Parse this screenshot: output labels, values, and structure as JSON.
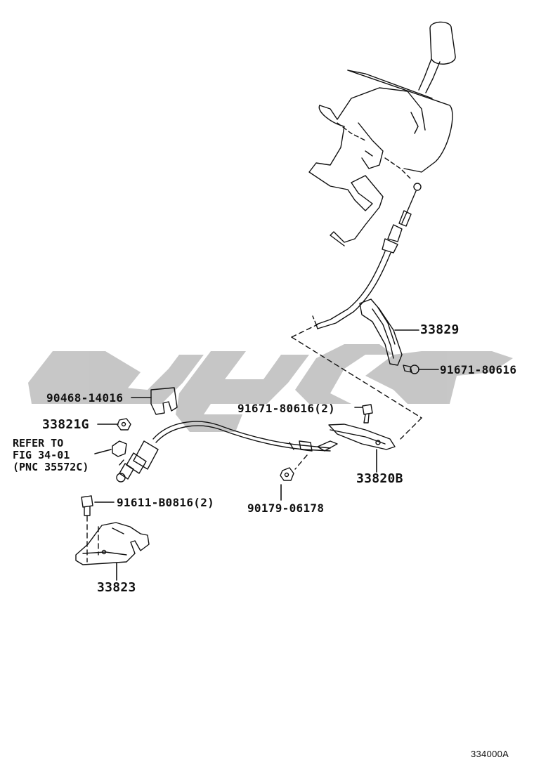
{
  "diagram": {
    "watermark_color": "#bdbdbd",
    "line_color": "#111111"
  },
  "labels": {
    "p33829": "33829",
    "p91671_a": "91671-80616",
    "p90468": "90468-14016",
    "p91671_b": "91671-80616(2)",
    "p33821g": "33821G",
    "p33820b": "33820B",
    "p91611": "91611-B0816(2)",
    "p90179": "90179-06178",
    "p33823": "33823"
  },
  "note": {
    "line1": "REFER TO",
    "line2": "FIG 34-01",
    "line3": "(PNC 35572C)"
  },
  "figure_code": "334000A"
}
